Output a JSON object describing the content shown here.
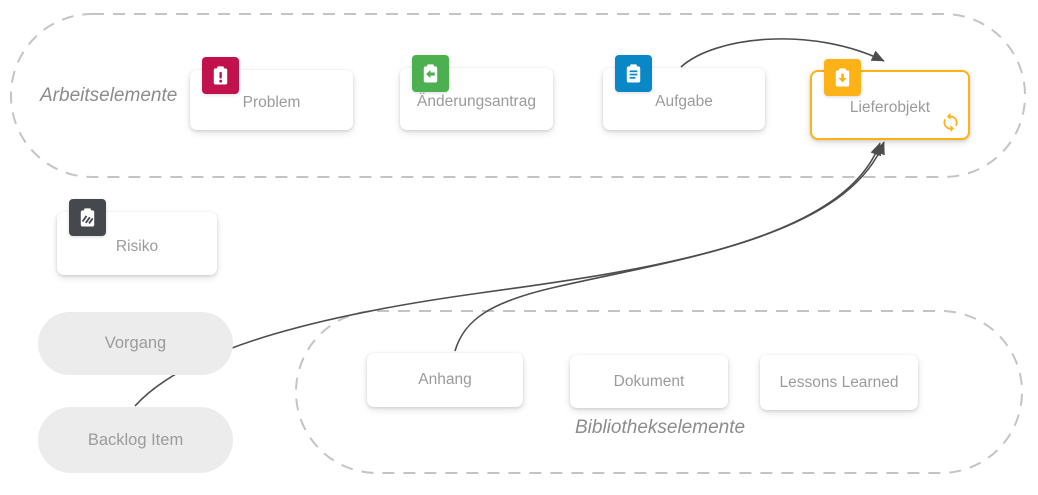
{
  "groups": [
    {
      "label": "Arbeitselemente"
    },
    {
      "label": "Bibliothekselemente"
    }
  ],
  "work_items": [
    {
      "label": "Problem",
      "color": "#c2124e",
      "icon": "clipboard-exclamation"
    },
    {
      "label": "Änderungsantrag",
      "color": "#4caf50",
      "icon": "clipboard-arrow-left"
    },
    {
      "label": "Aufgabe",
      "color": "#0a87c7",
      "icon": "clipboard-list"
    },
    {
      "label": "Lieferobjekt",
      "color": "#fdb217",
      "icon": "clipboard-arrow-down",
      "highlighted": true,
      "badge": "sync"
    }
  ],
  "risk_item": {
    "label": "Risiko",
    "color": "#45494e",
    "icon": "clipboard-stripes"
  },
  "process_pills": [
    {
      "label": "Vorgang"
    },
    {
      "label": "Backlog Item"
    }
  ],
  "library_items": [
    {
      "label": "Anhang"
    },
    {
      "label": "Dokument"
    },
    {
      "label": "Lessons Learned"
    }
  ],
  "connections": [
    {
      "from": "Aufgabe",
      "to": "Lieferobjekt"
    },
    {
      "from": "Anhang",
      "to": "Lieferobjekt"
    },
    {
      "from": "Backlog Item",
      "to": "Lieferobjekt"
    }
  ],
  "colors": {
    "dashed_border": "#c4c4c4",
    "arrow": "#4d4d4d",
    "card_text": "#9b9b9b",
    "pill_background": "#ececec",
    "highlight_border": "#fdb217"
  }
}
